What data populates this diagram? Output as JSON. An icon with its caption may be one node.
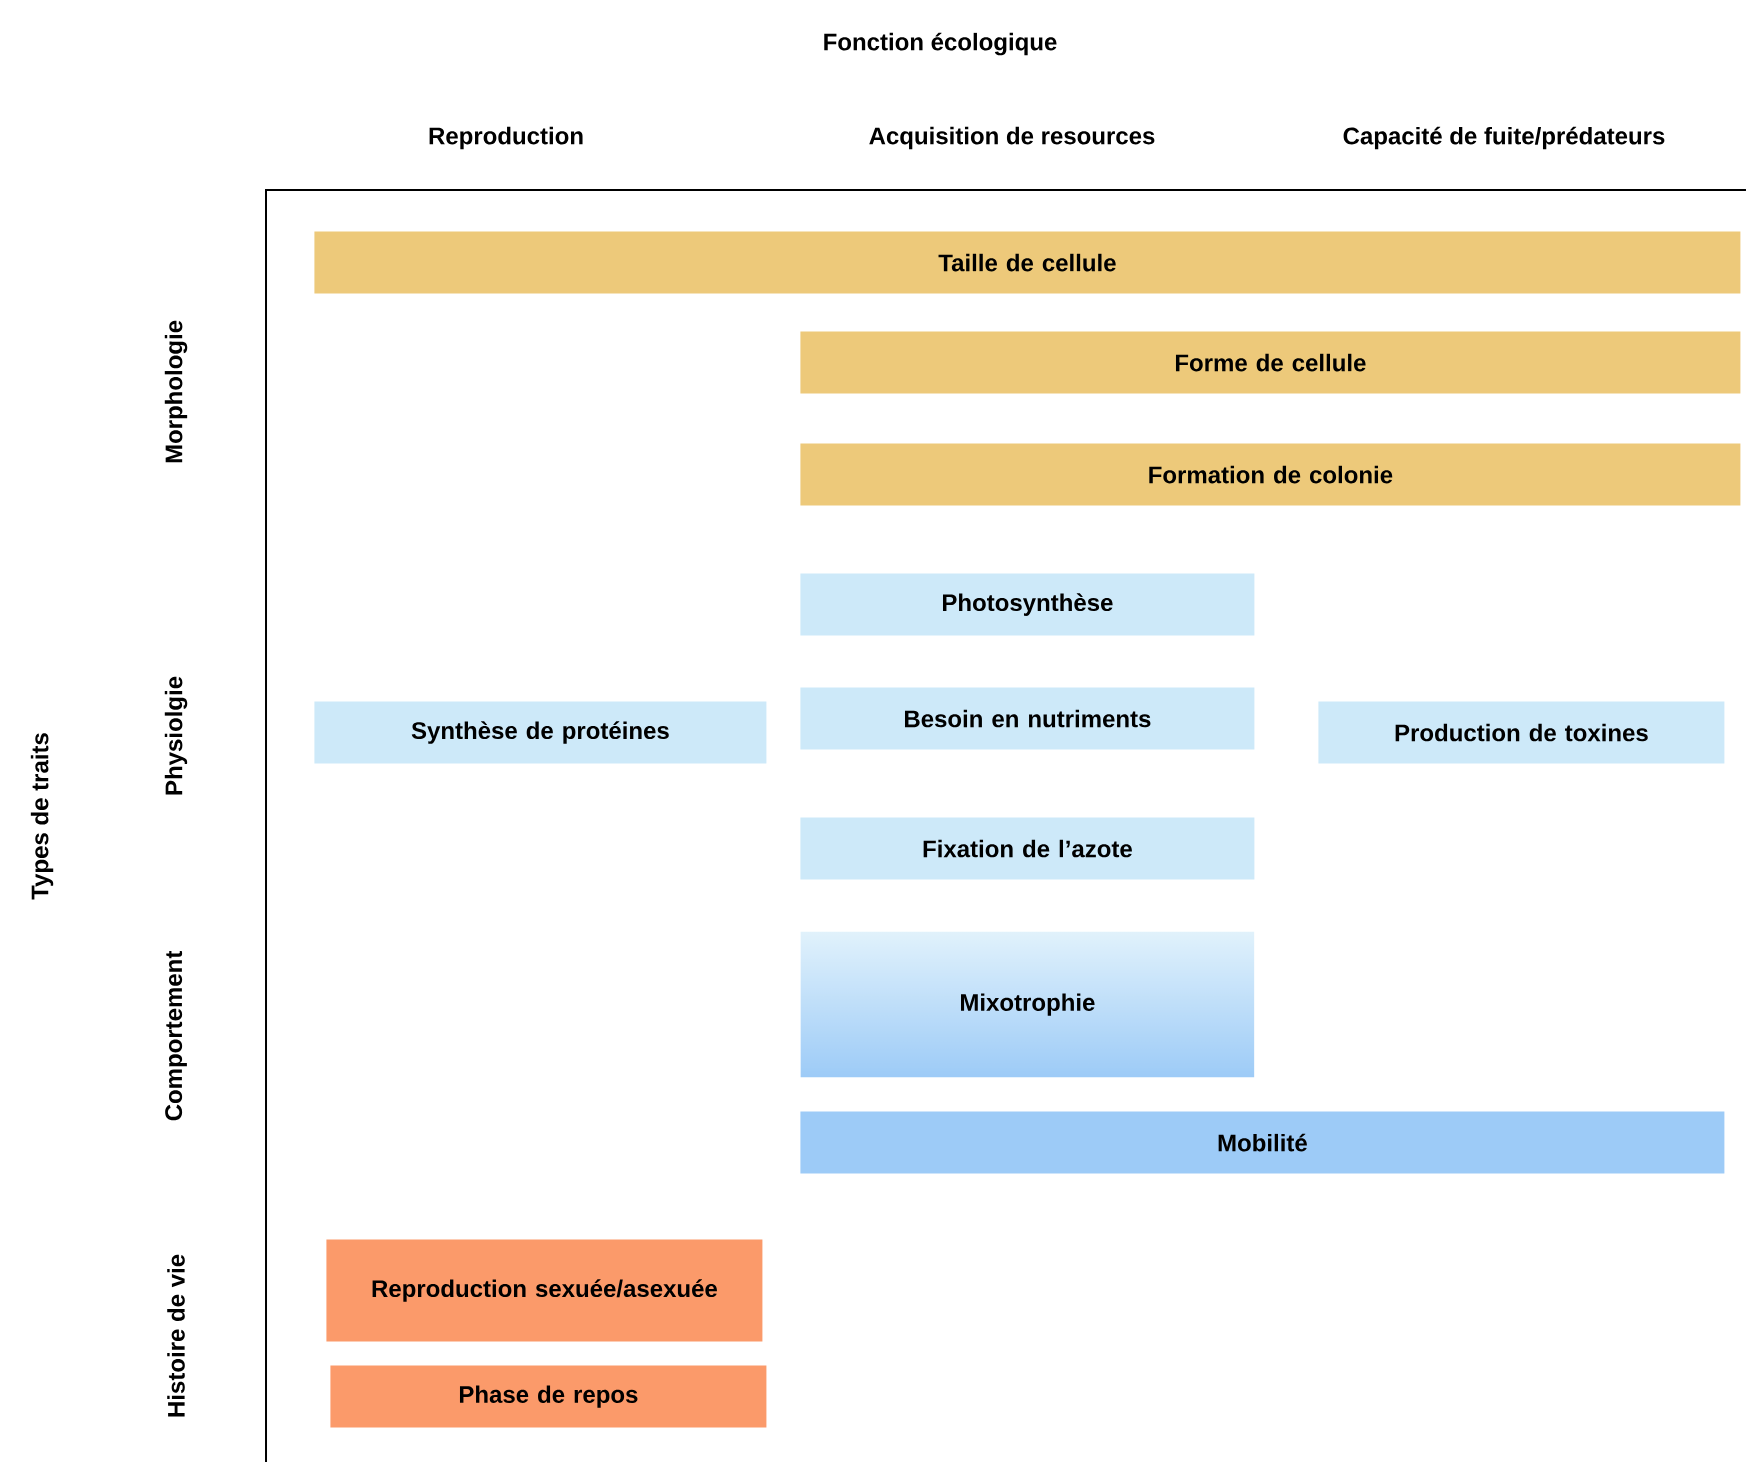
{
  "diagram": {
    "title": "Fonction écologique",
    "nodes": [
      {
        "text": [
          "Taille de cellule"
        ]
      },
      {
        "text": [
          "Forme de cellule"
        ]
      },
      {
        "text": [
          "Formation de colonie"
        ]
      },
      {
        "text": [
          "Photosynthèse"
        ]
      },
      {
        "text": [
          "Synthèse de protéines"
        ]
      },
      {
        "text": [
          "Besoin en nutriments"
        ]
      },
      {
        "text": [
          "Production de toxines"
        ]
      },
      {
        "text": [
          "Fixation de l’azote"
        ]
      },
      {
        "text": [
          "Mixotrophie"
        ]
      },
      {
        "text": [
          "Mobilité"
        ]
      },
      {
        "text": [
          "Reproduction sexuée/asexuée"
        ]
      },
      {
        "text": [
          "Phase de repos"
        ]
      }
    ],
    "labels": [
      "Reproduction",
      "Acquisition de resources",
      "Capacité de fuite/prédateurs",
      "Types de traits",
      "Morphologie",
      "Physiolgie",
      "Comportement",
      "Histoire de vie"
    ]
  }
}
